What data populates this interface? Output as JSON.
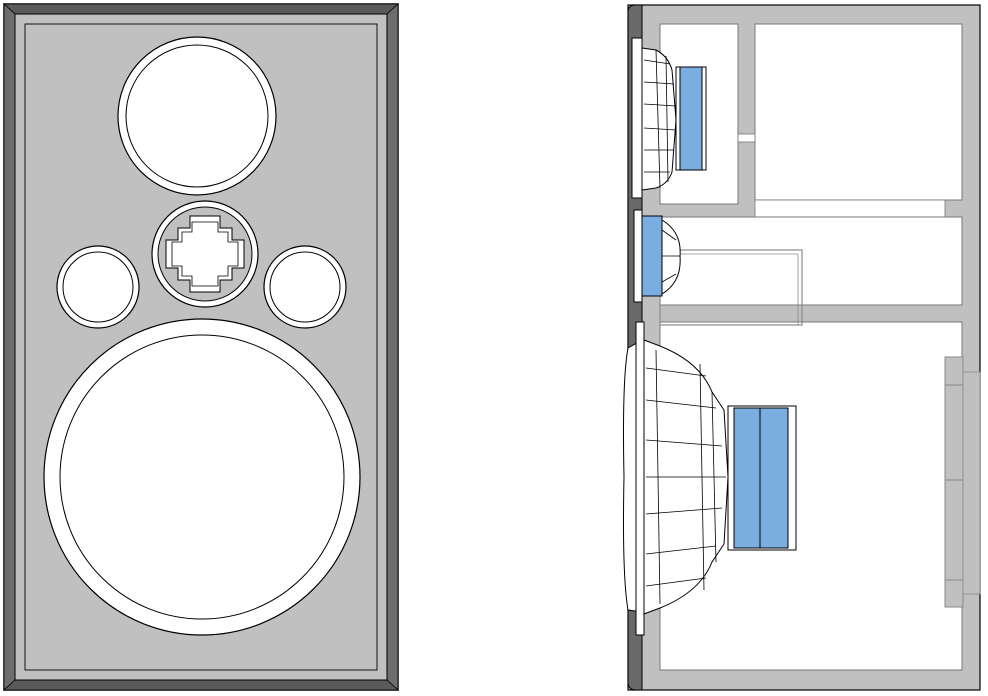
{
  "colors": {
    "background": "#ffffff",
    "panel": "#c0c0c0",
    "panel_dark": "#8c8c8c",
    "bevel_dark": "#5a5a5a",
    "outline": "#000000",
    "opening": "#ffffff",
    "magnet": "#7aaee0",
    "gray_line": "#8a8a8a"
  },
  "views": [
    {
      "name": "front-view"
    },
    {
      "name": "side-section-view"
    }
  ],
  "drivers": [
    {
      "name": "woofer"
    },
    {
      "name": "midrange"
    },
    {
      "name": "tweeter"
    },
    {
      "name": "bass-port-left"
    },
    {
      "name": "bass-port-right"
    }
  ]
}
